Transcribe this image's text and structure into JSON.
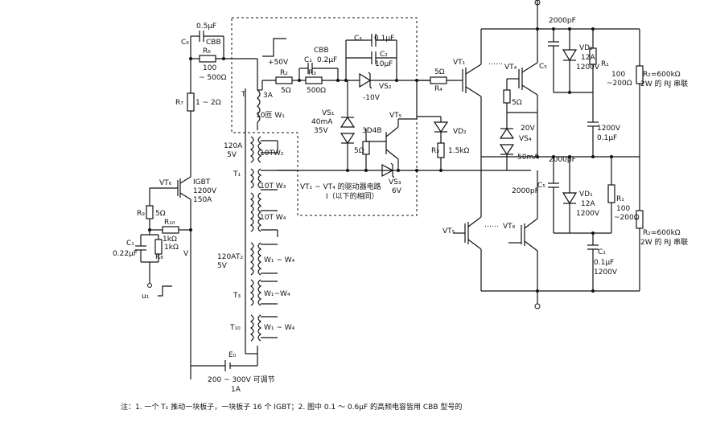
{
  "labels": {
    "c6": "C₆",
    "c6_value": "0.5μF",
    "c6_type": "CBB",
    "r6": "R₆",
    "r6_value": "100",
    "r6_range": "~ 500Ω",
    "r7": "R₇",
    "r7_value": "1 ~ 2Ω",
    "vt6": "VT₆",
    "igbt": "IGBT",
    "igbt_v": "1200V",
    "igbt_a": "150A",
    "r9": "R₉",
    "r9_value": "5Ω",
    "r10": "R₁₀",
    "r10_value": "1kΩ",
    "c1_left": "C₁",
    "c1_left_value": "0.22μF",
    "r8_value": "1kΩ",
    "r8": "R₈",
    "v_label": "V",
    "u1": "u₁",
    "t_label": "T",
    "t_current": "3A",
    "w1": "10匝 W₁",
    "t1_spec_a": "120A",
    "t1_spec_v": "5V",
    "w2": "10TW₂",
    "t1": "T₁",
    "w3": "10T W₃",
    "w4": "10T W₄",
    "t2_spec_a": "120A",
    "t2": "T₂",
    "t2_spec_v": "5V",
    "w1w4_t2": "W₁ ~ W₄",
    "t3": "T₃",
    "w1w4_t3": "W₁~W₄",
    "t10": "T₁₀",
    "w1w4_t10": "W₁ ~ W₄",
    "e0": "E₀",
    "supply": "200 ~ 300V 可调节",
    "supply_a": "1A",
    "cbb_top": "CBB",
    "plus50": "+50V",
    "c1_mid": "C₁",
    "c1_mid_value": "0.2μF",
    "c3": "C₃",
    "c3_value": "0.1μF",
    "c2": "C₂",
    "c2_value": "10μF",
    "r2": "R₂",
    "r2_value": "5Ω",
    "r3": "R₃",
    "r3_value": "500Ω",
    "vs2": "VS₂",
    "vs2_value": "-10V",
    "vs1": "VS₁",
    "vs1_a": "40mA",
    "vs1_v": "35V",
    "dev_3d4b": "3D4B",
    "vt5": "VT₅",
    "r5_value": "5Ω",
    "vs3": "VS₃",
    "vs3_value": "6V",
    "driver_label": "VT₁ ~ VT₄ 的驱动器电路",
    "driver_label2": "Ⅰ（以下的相同）",
    "r4_value": "5Ω",
    "r4": "R₄",
    "vt1": "VT₁",
    "vd2": "VD₂",
    "r3_right": "R₃",
    "r3_right_value": "1.5kΩ",
    "dots1": "……",
    "vt4": "VT₄",
    "r_5ohm": "5Ω",
    "vs4_v": "20V",
    "vs4": "VS₄",
    "vs4_a": "50mA",
    "c2000_top": "2000pF",
    "c5_top": "C₅",
    "vd1_top": "VD₁",
    "vd1_a_top": "12A",
    "vd1_v_top": "1200V",
    "r1_top": "R₁",
    "r1_top_value": "100",
    "r1_top_range": "~200Ω",
    "r2_top": "R₂=600kΩ",
    "r2_top_note": "2W 的 RJ 串联",
    "c_mid_v": "1200V",
    "c_mid_uf": "0.1μF",
    "c2000_mid": "2000pF",
    "c2000_left": "2000pF",
    "c5_bot": "C₅",
    "vd1_bot": "VD₁",
    "vd1_a_bot": "12A",
    "vd1_v_bot": "1200V",
    "r1_bot": "R₁",
    "r1_bot_value": "100",
    "r1_bot_range": "~200Ω",
    "r2_bot": "R₂=600kΩ",
    "r2_bot_note": "2W 的 RJ 串联",
    "vt5_bot": "VT₅",
    "dots2": "……",
    "vt8": "VT₈",
    "c1_bot": "C₁",
    "c1_bot_value": "0.1μF",
    "c1_bot_v": "1200V"
  },
  "note": "注：1. 一个 T₁ 推动一块板子，一块板子 16 个 IGBT；2. 图中 0.1 ～ 0.6μF 的高频电容皆用 CBB 型号的"
}
